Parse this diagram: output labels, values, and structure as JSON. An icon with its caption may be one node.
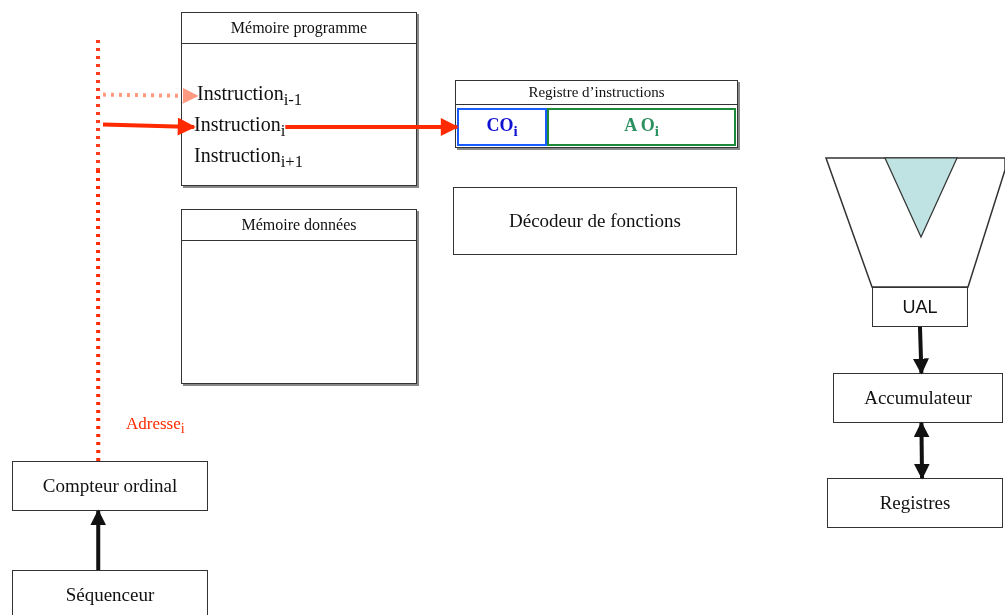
{
  "diagram": {
    "nodes": [
      {
        "text": [
          "Mémoire programme"
        ]
      },
      {
        "text": [
          "Instruction$_{i-1}$"
        ],
        "in": 0
      },
      {
        "text": [
          "Instruction$_{i}$"
        ],
        "in": 0
      },
      {
        "text": [
          "Instruction$_{i+1}$"
        ],
        "in": 0
      },
      {
        "text": [
          "Registre d’instructions"
        ]
      },
      {
        "text": [
          "CO$_{i}$"
        ],
        "in": 4
      },
      {
        "text": [
          "A O$_{i}$"
        ],
        "in": 4
      },
      {
        "text": [
          "Mémoire données"
        ]
      },
      {
        "text": [
          "Décodeur de fonctions"
        ]
      },
      {
        "text": [
          "UAL"
        ]
      },
      {
        "text": [
          "Accumulateur"
        ]
      },
      {
        "text": [
          "Registres"
        ]
      },
      {
        "text": [
          "Compteur ordinal"
        ]
      },
      {
        "text": [
          "Séquenceur"
        ]
      },
      {
        "text": [],
        "shape": "bar"
      }
    ],
    "edges": [
      {
        "from": 14,
        "to": 1,
        "arrow": "to",
        "style": "dashed",
        "color": "#ff9a80"
      },
      {
        "from": 14,
        "to": 2,
        "arrow": "to"
      },
      {
        "from": 2,
        "to": 5,
        "arrow": "to"
      },
      {
        "from": 12,
        "to": 14,
        "arrow": "none",
        "style": "dashed",
        "label": "Adresse$_{i}$"
      },
      {
        "from": 13,
        "to": 12,
        "arrow": "to",
        "color": "#111111"
      },
      {
        "from": 9,
        "to": 10,
        "arrow": "to",
        "color": "#111111"
      },
      {
        "from": 10,
        "to": 11,
        "arrow": "both",
        "color": "#111111"
      }
    ]
  }
}
